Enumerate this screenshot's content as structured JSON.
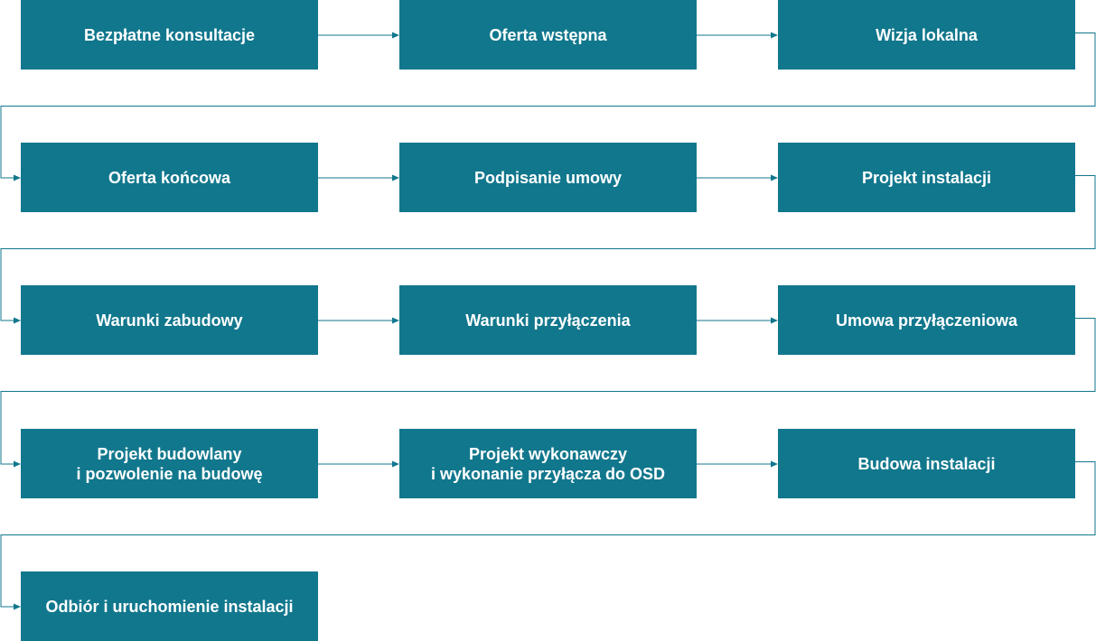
{
  "colors": {
    "box": "#11778d",
    "text": "#ffffff",
    "connector": "#11778d",
    "background": "#ffffff"
  },
  "steps": [
    {
      "id": "bezplatne-konsultacje",
      "lines": [
        "Bezpłatne konsultacje"
      ]
    },
    {
      "id": "oferta-wstepna",
      "lines": [
        "Oferta wstępna"
      ]
    },
    {
      "id": "wizja-lokalna",
      "lines": [
        "Wizja lokalna"
      ]
    },
    {
      "id": "oferta-koncowa",
      "lines": [
        "Oferta końcowa"
      ]
    },
    {
      "id": "podpisanie-umowy",
      "lines": [
        "Podpisanie umowy"
      ]
    },
    {
      "id": "projekt-instalacji",
      "lines": [
        "Projekt instalacji"
      ]
    },
    {
      "id": "warunki-zabudowy",
      "lines": [
        "Warunki zabudowy"
      ]
    },
    {
      "id": "warunki-przylaczenia",
      "lines": [
        "Warunki przyłączenia"
      ]
    },
    {
      "id": "umowa-przylaczeniowa",
      "lines": [
        "Umowa przyłączeniowa"
      ]
    },
    {
      "id": "projekt-budowlany",
      "lines": [
        "Projekt budowlany",
        "i pozwolenie na budowę"
      ]
    },
    {
      "id": "projekt-wykonawczy",
      "lines": [
        "Projekt wykonawczy",
        "i wykonanie przyłącza do OSD"
      ]
    },
    {
      "id": "budowa-instalacji",
      "lines": [
        "Budowa instalacji"
      ]
    },
    {
      "id": "odbior-i-uruchomienie",
      "lines": [
        "Odbiór i uruchomienie instalacji"
      ]
    }
  ]
}
